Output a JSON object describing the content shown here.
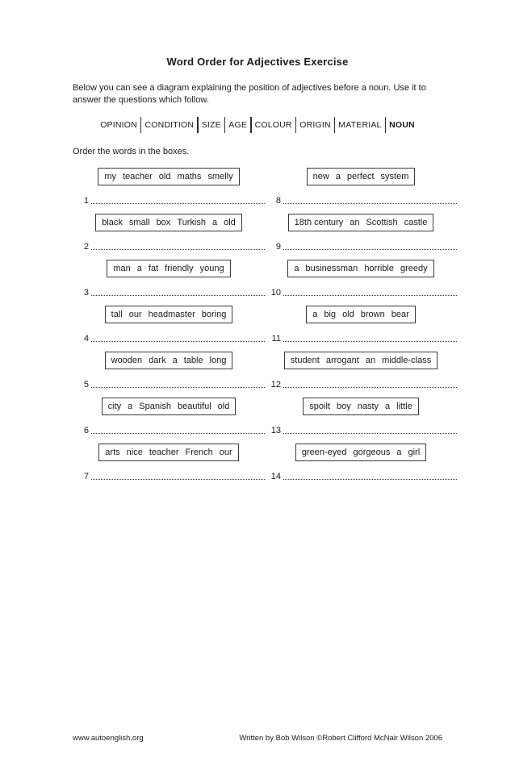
{
  "page": {
    "title": "Word Order for Adjectives Exercise",
    "intro": "Below you can see a diagram explaining the position of adjectives before a noun. Use it to answer the questions which follow.",
    "instruction": "Order the words in the boxes."
  },
  "diagram": {
    "categories": [
      "OPINION",
      "CONDITION",
      "SIZE",
      "AGE",
      "COLOUR",
      "ORIGIN",
      "MATERIAL"
    ],
    "noun_label": "NOUN"
  },
  "items": [
    {
      "number": "1",
      "words": [
        "my",
        "teacher",
        "old",
        "maths",
        "smelly"
      ]
    },
    {
      "number": "2",
      "words": [
        "black",
        "small",
        "box",
        "Turkish",
        "a",
        "old"
      ]
    },
    {
      "number": "3",
      "words": [
        "man",
        "a",
        "fat",
        "friendly",
        "young"
      ]
    },
    {
      "number": "4",
      "words": [
        "tall",
        "our",
        "headmaster",
        "boring"
      ]
    },
    {
      "number": "5",
      "words": [
        "wooden",
        "dark",
        "a",
        "table",
        "long"
      ]
    },
    {
      "number": "6",
      "words": [
        "city",
        "a",
        "Spanish",
        "beautiful",
        "old"
      ]
    },
    {
      "number": "7",
      "words": [
        "arts",
        "nice",
        "teacher",
        "French",
        "our"
      ]
    },
    {
      "number": "8",
      "words": [
        "new",
        "a",
        "perfect",
        "system"
      ]
    },
    {
      "number": "9",
      "words": [
        "18th century",
        "an",
        "Scottish",
        "castle"
      ]
    },
    {
      "number": "10",
      "words": [
        "a",
        "businessman",
        "horrible",
        "greedy"
      ]
    },
    {
      "number": "11",
      "words": [
        "a",
        "big",
        "old",
        "brown",
        "bear"
      ]
    },
    {
      "number": "12",
      "words": [
        "student",
        "arrogant",
        "an",
        "middle-class"
      ]
    },
    {
      "number": "13",
      "words": [
        "spoilt",
        "boy",
        "nasty",
        "a",
        "little"
      ]
    },
    {
      "number": "14",
      "words": [
        "green-eyed",
        "gorgeous",
        "a",
        "girl"
      ]
    }
  ],
  "footer": {
    "left": "www.autoenglish.org",
    "right": "Written by Bob Wilson ©Robert Clifford McNair Wilson 2006"
  }
}
